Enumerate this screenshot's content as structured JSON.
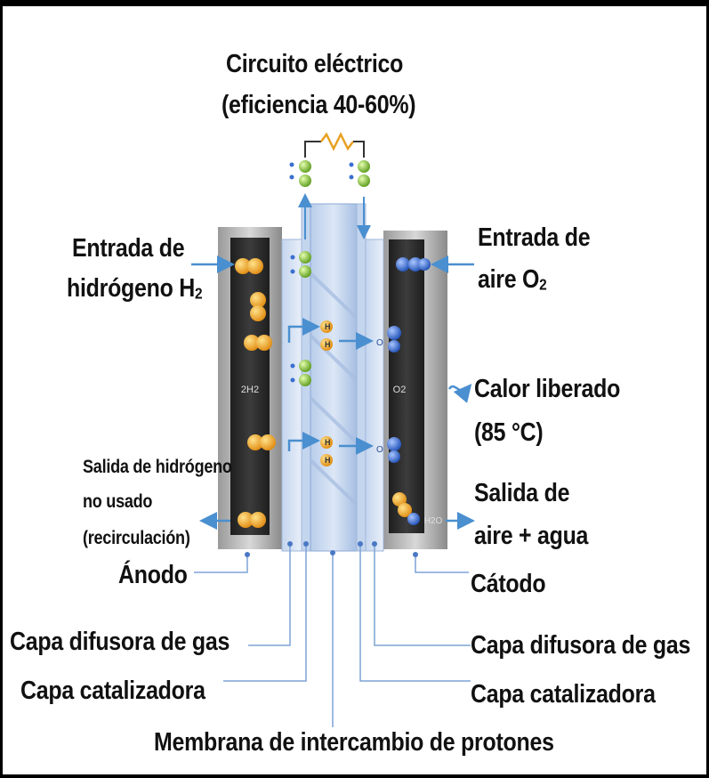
{
  "labels": {
    "circuit_line1": "Circuito eléctrico",
    "circuit_line2": "(eficiencia 40-60%)",
    "h2_in_line1": "Entrada de",
    "h2_in_line2": "hidrógeno H",
    "h2_in_sub": "2",
    "air_in_line1": "Entrada de",
    "air_in_line2": "aire O",
    "air_in_sub": "2",
    "heat_line1": "Calor liberado",
    "heat_line2": "(85 °C)",
    "h2_out_line1": "Salida de hidrógeno",
    "h2_out_line2": "no usado",
    "h2_out_line3": "(recirculación)",
    "air_out_line1": "Salida de",
    "air_out_line2": "aire + agua",
    "anode": "Ánodo",
    "cathode": "Cátodo",
    "gdl_left": "Capa difusora de gas",
    "gdl_right": "Capa difusora de gas",
    "cat_left": "Capa catalizadora",
    "cat_right": "Capa catalizadora",
    "membrane": "Membrana de intercambio de protones"
  },
  "inner_labels": {
    "anode_gas": "2H2",
    "cathode_gas": "O2",
    "water": "H2O",
    "proton": "H",
    "oxygen": "O",
    "electron": "e"
  },
  "colors": {
    "hydrogen": "#f0a020",
    "oxygen": "#3a6fd0",
    "electron": "#8fc33a",
    "arrow": "#4a8fd0",
    "membrane": "#9db5dc",
    "resistor": "#e8a020"
  }
}
